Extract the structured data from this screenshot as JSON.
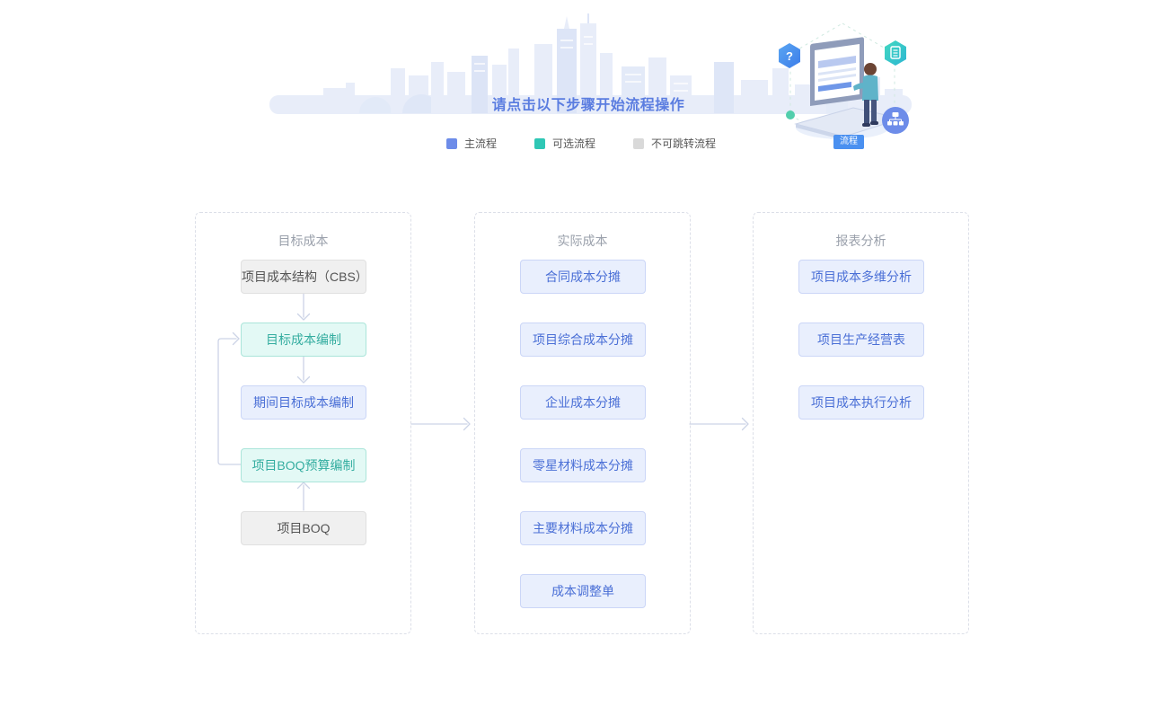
{
  "page": {
    "title": "请点击以下步骤开始流程操作"
  },
  "legend": {
    "items": [
      {
        "label": "主流程",
        "type": "main"
      },
      {
        "label": "可选流程",
        "type": "optional"
      },
      {
        "label": "不可跳转流程",
        "type": "locked"
      }
    ]
  },
  "illustration": {
    "badge": "流程",
    "question_mark": "?"
  },
  "flow": {
    "columns": [
      {
        "title": "目标成本",
        "nodes": [
          {
            "label": "项目成本结构（CBS）",
            "type": "locked"
          },
          {
            "label": "目标成本编制",
            "type": "optional"
          },
          {
            "label": "期间目标成本编制",
            "type": "main"
          },
          {
            "label": "项目BOQ预算编制",
            "type": "optional"
          },
          {
            "label": "项目BOQ",
            "type": "locked"
          }
        ]
      },
      {
        "title": "实际成本",
        "nodes": [
          {
            "label": "合同成本分摊",
            "type": "main"
          },
          {
            "label": "项目综合成本分摊",
            "type": "main"
          },
          {
            "label": "企业成本分摊",
            "type": "main"
          },
          {
            "label": "零星材料成本分摊",
            "type": "main"
          },
          {
            "label": "主要材料成本分摊",
            "type": "main"
          },
          {
            "label": "成本调整单",
            "type": "main"
          }
        ]
      },
      {
        "title": "报表分析",
        "nodes": [
          {
            "label": "项目成本多维分析",
            "type": "main"
          },
          {
            "label": "项目生产经营表",
            "type": "main"
          },
          {
            "label": "项目成本执行分析",
            "type": "main"
          }
        ]
      }
    ]
  },
  "colors": {
    "accent-main": "#6d8ce9",
    "accent-optional": "#2fc7b5",
    "accent-locked": "#d9d9d9",
    "title-blue": "#5b7de0",
    "connector": "#ccd3e6",
    "node-main-bg": "#e9effd",
    "node-main-border": "#cbd6f7",
    "node-main-text": "#4a6fd6",
    "node-optional-bg": "#e3f9f5",
    "node-optional-border": "#abe5da",
    "node-optional-text": "#34ada0",
    "node-locked-bg": "#f0f0f0",
    "node-locked-border": "#e0e0e0",
    "node-locked-text": "#555555"
  }
}
